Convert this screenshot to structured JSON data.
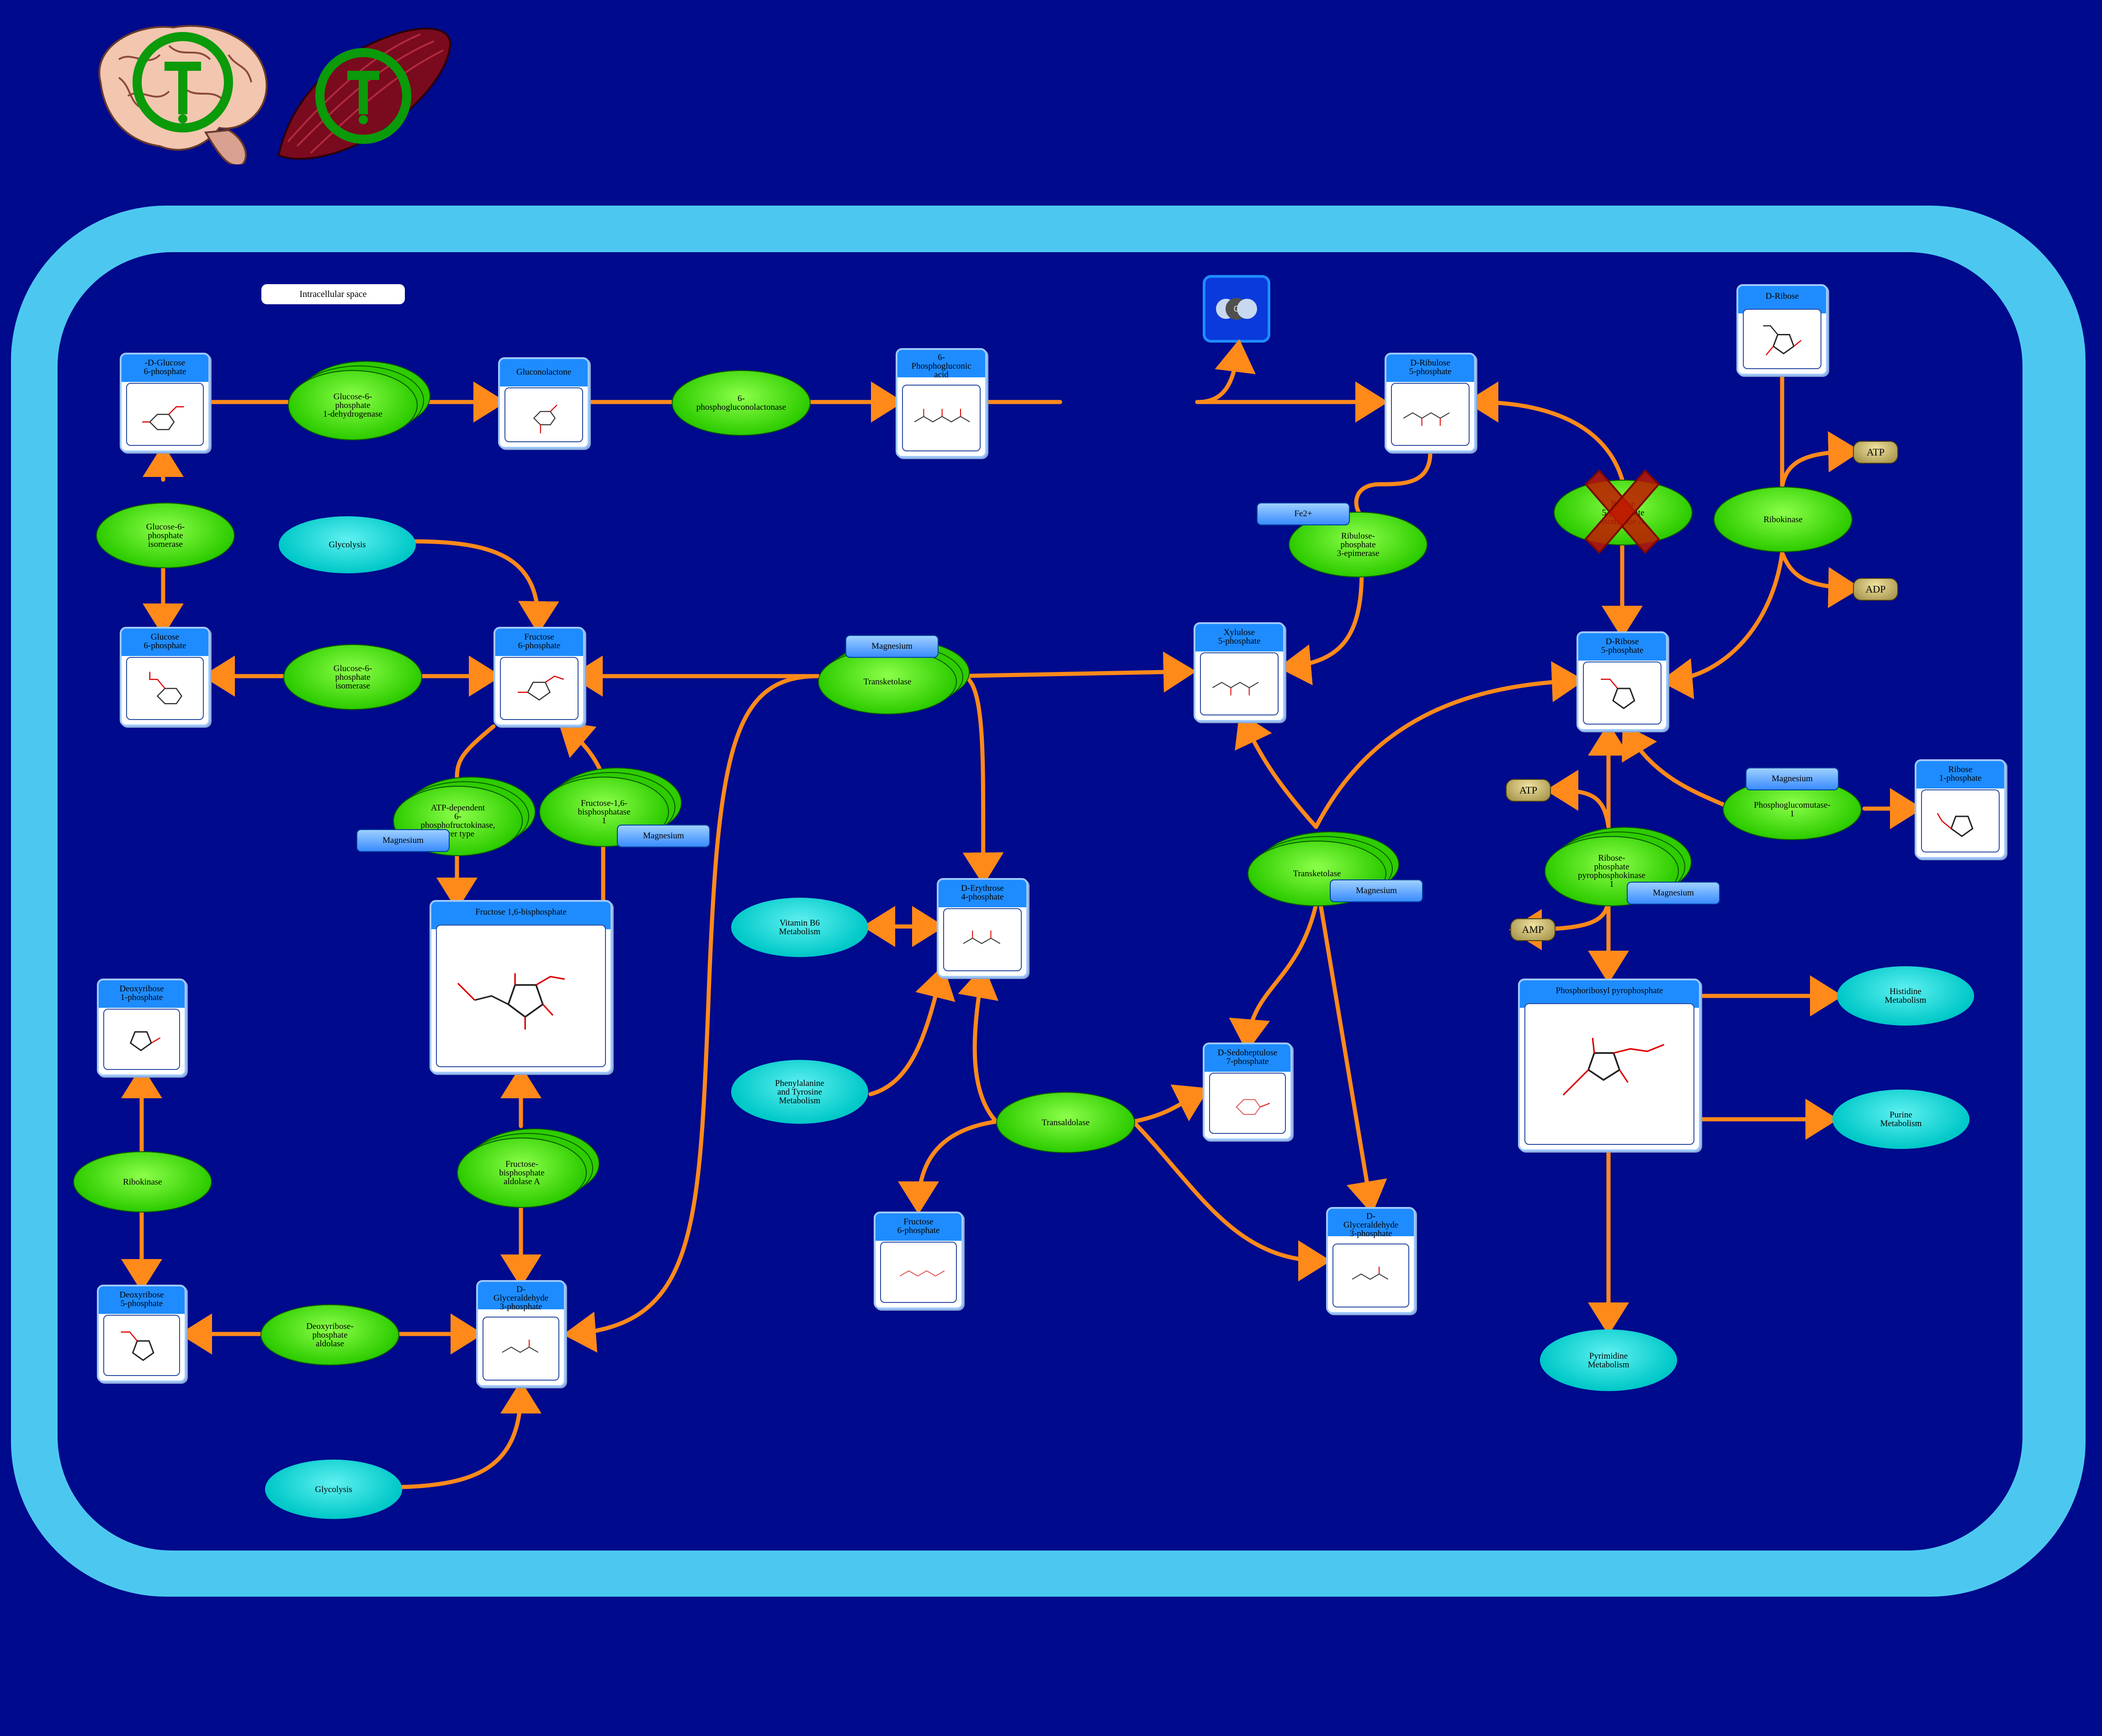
{
  "compartment": {
    "label": "Intracellular space"
  },
  "metabolites": {
    "g6p_alpha": "-D-Glucose\n6-phosphate",
    "gluconolactone": "Gluconolactone",
    "phosphogluconic": "6-\nPhosphogluconic\nacid",
    "ribulose5p": "D-Ribulose\n5-phosphate",
    "dribose": "D-Ribose",
    "glucose6p": "Glucose\n6-phosphate",
    "fructose6p": "Fructose\n6-phosphate",
    "xylulose5p": "Xylulose\n5-phosphate",
    "ribose5p": "D-Ribose\n5-phosphate",
    "ribose1p": "Ribose\n1-phosphate",
    "fbp": "Fructose 1,6-bisphosphate",
    "erythrose4p": "D-Erythrose\n4-phosphate",
    "deoxyribose1p": "Deoxyribose\n1-phosphate",
    "sedoheptulose7p": "D-Sedoheptulose\n7-phosphate",
    "prpp": "Phosphoribosyl pyrophosphate",
    "fructose6p_b": "Fructose\n6-phosphate",
    "g3p_right": "D-\nGlyceraldehyde\n3-phosphate",
    "deoxyribose5p": "Deoxyribose\n5-phosphate",
    "g3p_left": "D-\nGlyceraldehyde\n3-phosphate"
  },
  "enzymes": {
    "g6pd": "Glucose-6-\nphosphate\n1-dehydrogenase",
    "pgl": "6-\nphosphogluconolactonase",
    "gpi_top": "Glucose-6-\nphosphate\nisomerase",
    "gpi_mid": "Glucose-6-\nphosphate\nisomerase",
    "rpe": "Ribulose-\nphosphate\n3-epimerase",
    "rpia": "Ribose\n5-phosphate\nisomerase A",
    "rbks_top": "Ribokinase",
    "tkt_top": "Transketolase",
    "pfk": "ATP-dependent\n6-\nphosphofructokinase,\nliver type",
    "fbp1": "Fructose-1,6-\nbisphosphatase\n1",
    "tkt_mid": "Transketolase",
    "pgm": "Phosphoglucomutase-\n1",
    "prps": "Ribose-\nphosphate\npyrophosphokinase\n1",
    "taldo": "Transaldolase",
    "rbks_left": "Ribokinase",
    "aldoa": "Fructose-\nbisphosphate\naldolase A",
    "dera": "Deoxyribose-\nphosphate\naldolase"
  },
  "pathways": {
    "glycolysis_top": "Glycolysis",
    "vitb6": "Vitamin B6\nMetabolism",
    "phetyr": "Phenylalanine\nand Tyrosine\nMetabolism",
    "histidine": "Histidine\nMetabolism",
    "purine": "Purine\nMetabolism",
    "pyrimidine": "Pyrimidine\nMetabolism",
    "glycolysis_bottom": "Glycolysis"
  },
  "cofactors": {
    "fe2": "Fe2+",
    "mg_tkt_top": "Magnesium",
    "mg_pfk": "Magnesium",
    "mg_fbp1": "Magnesium",
    "mg_tkt_mid": "Magnesium",
    "mg_pgm": "Magnesium",
    "mg_prps": "Magnesium"
  },
  "small_molecules": {
    "atp_top": "ATP",
    "adp_top": "ADP",
    "atp_mid": "ATP",
    "amp_mid": "AMP"
  },
  "icons": {
    "brain": "brain-organ-icon",
    "muscle": "muscle-organ-icon",
    "co2": "co2-molecule-icon",
    "inhibit": "inhibited-enzyme-cross-icon"
  },
  "colors": {
    "background": "#000a8c",
    "membrane": "#4cc8f0",
    "arrow": "#ff8a1a",
    "enzyme": "#2ecc00",
    "pathway": "#00c8c8",
    "metabolite_header": "#1e8cff",
    "inhibition": "#c01a00"
  }
}
